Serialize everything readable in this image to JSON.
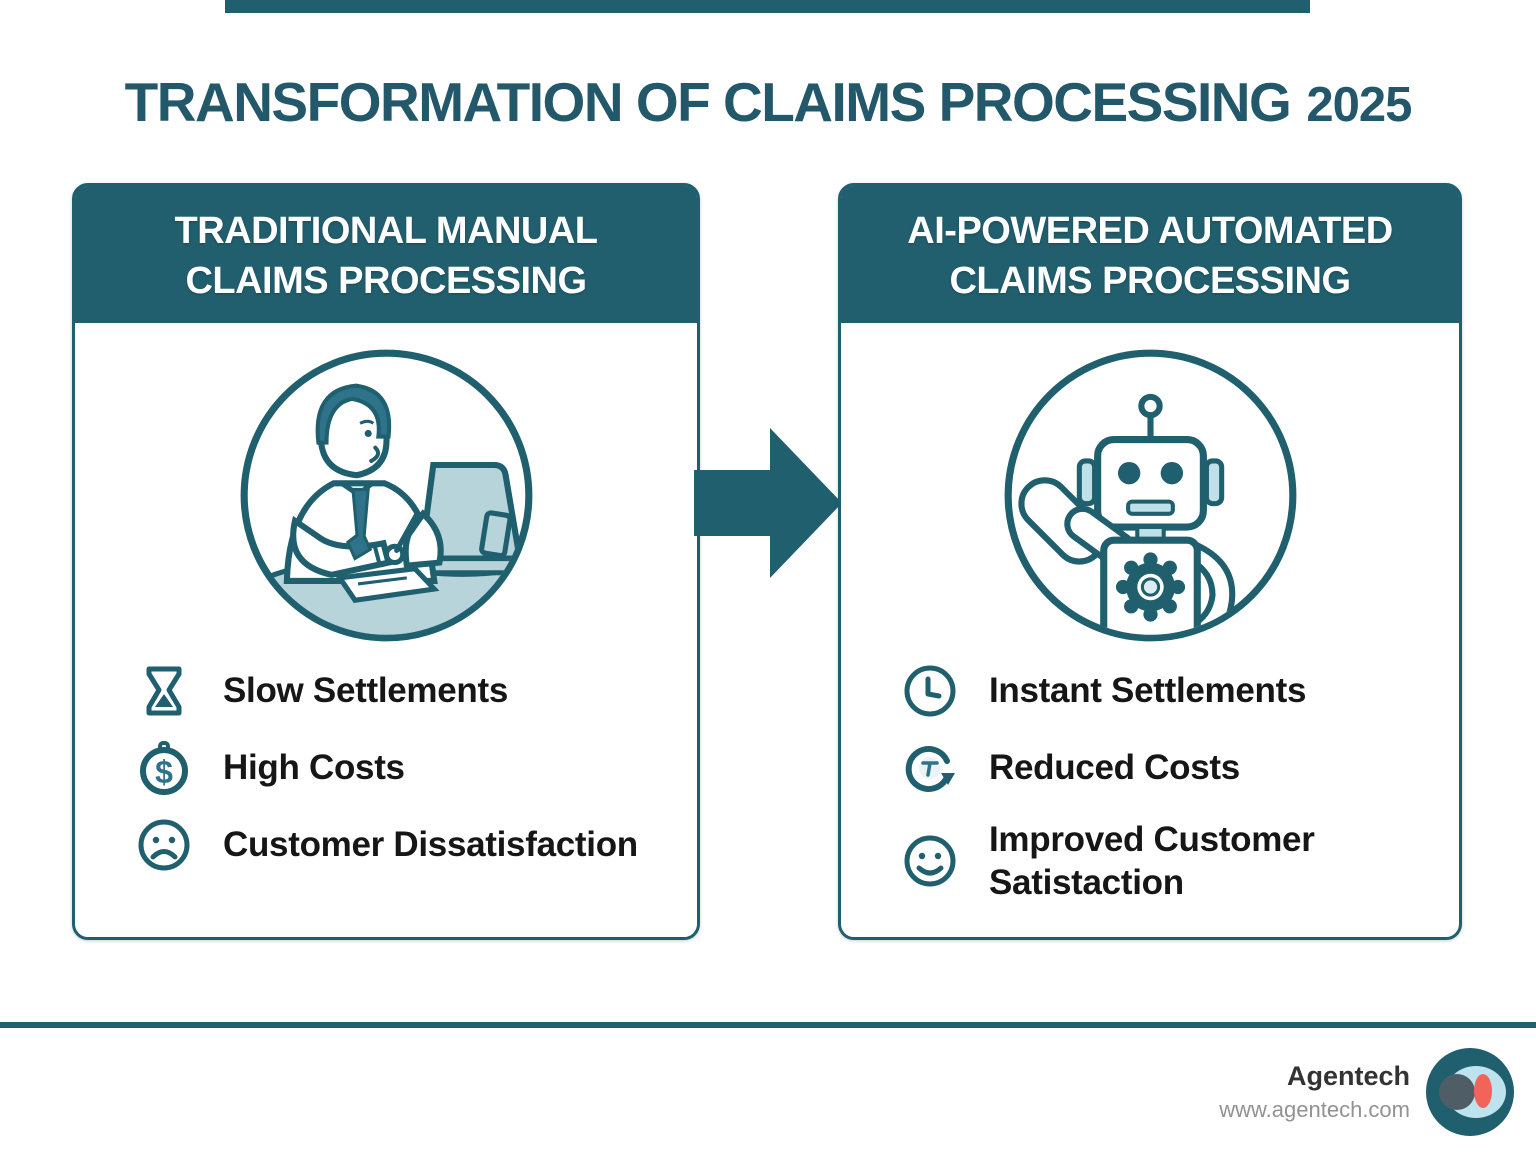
{
  "title": {
    "main": "TRANSFORMATION OF CLAIMS PROCESSING",
    "year": "2025"
  },
  "colors": {
    "teal": "#1f5f6e",
    "header_band": "#215f6e",
    "illustration_light": "#b7d4db",
    "hair_dark_teal": "#2e7389",
    "list_text": "#161616",
    "footer_gray": "#929292",
    "logo_light_blue": "#bfe3ee",
    "logo_slate": "#4e5d66",
    "logo_coral": "#f2635a"
  },
  "panels": [
    {
      "id": "traditional",
      "header_line1": "TRADITIONAL MANUAL",
      "header_line2": "CLAIMS PROCESSING",
      "illustration": "manual-claims-worker",
      "items": [
        {
          "icon": "hourglass-icon",
          "label": "Slow Settlements"
        },
        {
          "icon": "dollar-coin-icon",
          "label": "High Costs"
        },
        {
          "icon": "sad-face-icon",
          "label": "Customer Dissatisfaction"
        }
      ]
    },
    {
      "id": "ai",
      "header_line1": "AI-POWERED AUTOMATED",
      "header_line2": "CLAIMS PROCESSING",
      "illustration": "ai-robot",
      "items": [
        {
          "icon": "clock-icon",
          "label": "Instant Settlements"
        },
        {
          "icon": "coin-cycle-icon",
          "label": "Reduced Costs"
        },
        {
          "icon": "happy-face-icon",
          "label": "Improved Customer Satistaction"
        }
      ]
    }
  ],
  "arrow": {
    "meaning": "transformation-direction"
  },
  "footer": {
    "brand": "Agentech",
    "website": "www.agentech.com"
  }
}
